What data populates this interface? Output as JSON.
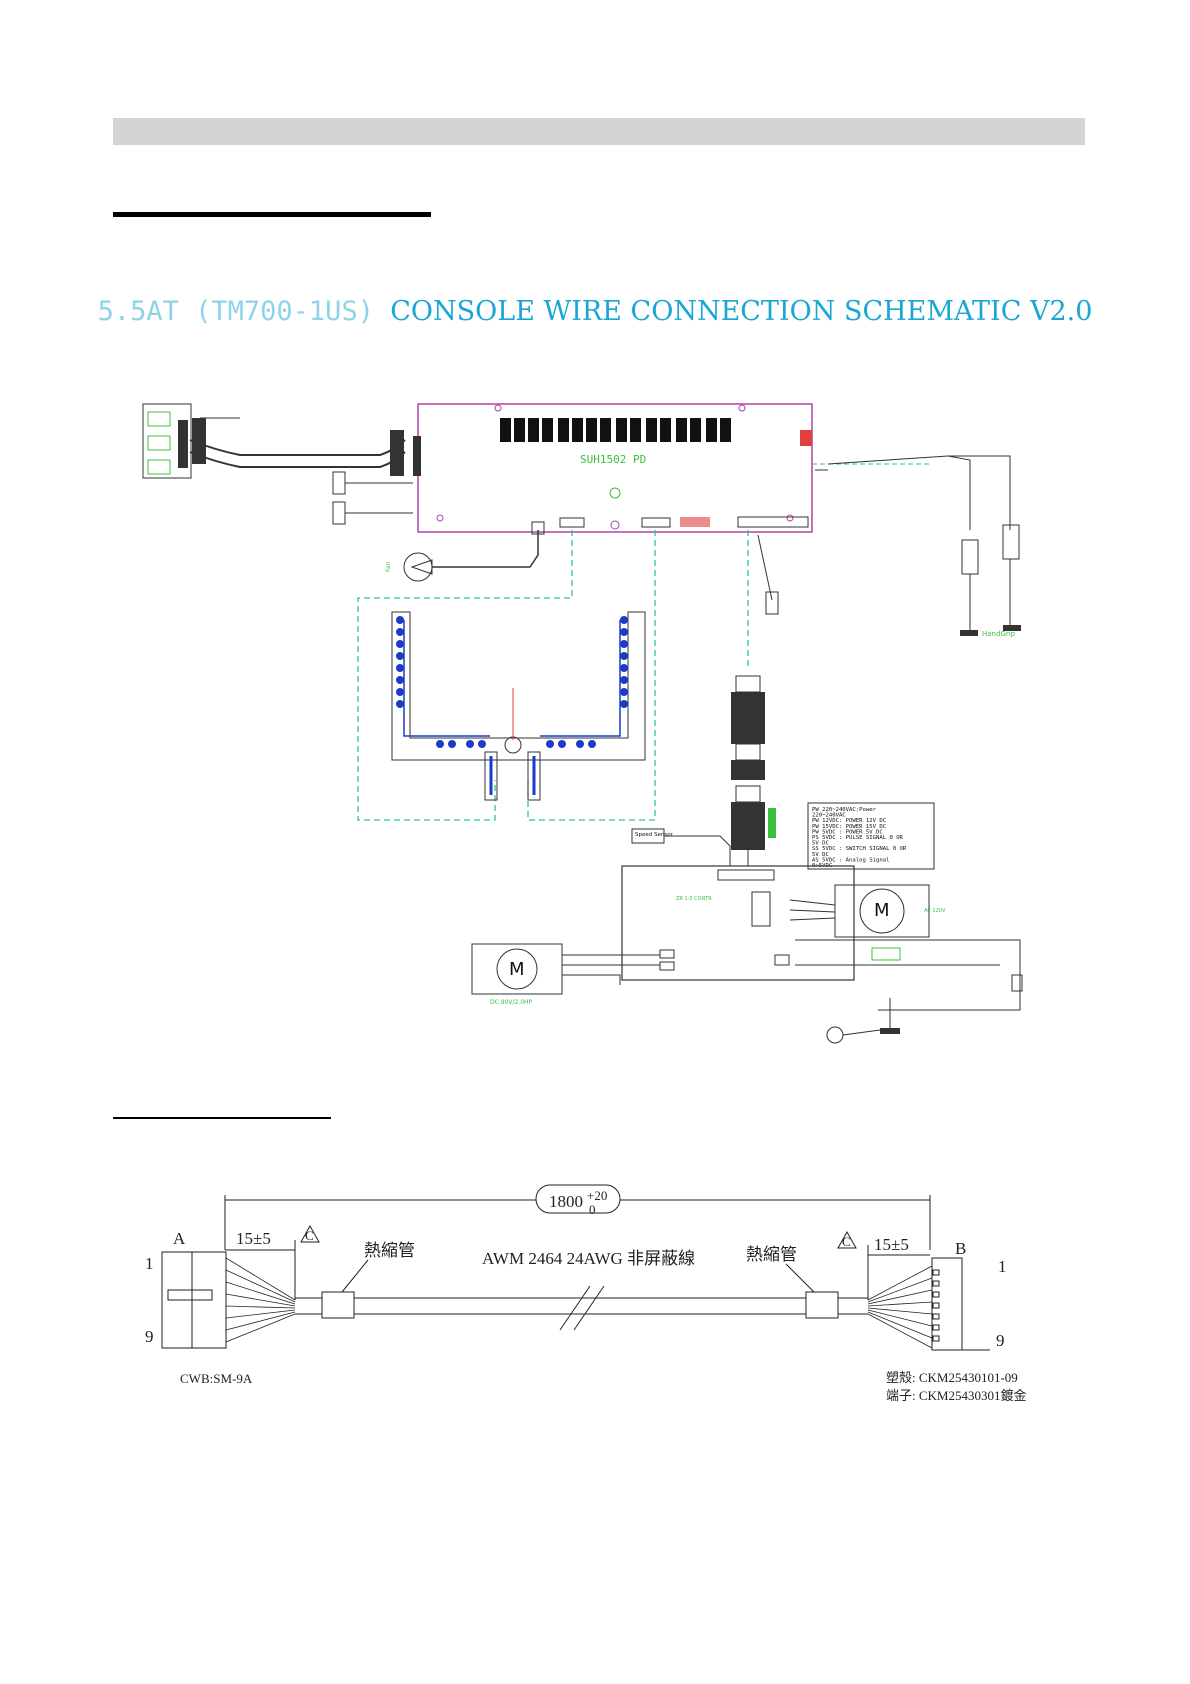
{
  "header": {
    "bar_color": "#d4d4d4"
  },
  "schematic": {
    "title_part1": "5.5AT (TM700-1US)",
    "title_part2": "CONSOLE WIRE CONNECTION SCHEMATIC V2.0",
    "board_label": "SUH1502 PD",
    "handgrip_label": "HandGrip",
    "speed_sensor_label": "Speed Sensor",
    "fan_label": "Fan",
    "ac_motor_label": "AC 120V",
    "dc_motor_label": "DC 90V/2.0HP",
    "motor_symbol": "M",
    "power_legend": [
      "PW 220~240VAC:Power",
      "220~240VAC",
      "PW 12VDC: POWER 12V DC",
      "PW 15VDC: POWER 15V DC",
      "PW 5VDC : POWER 5V DC",
      "PS 5VDC : PULSE SIGNAL 0 OR",
      "5V DC",
      "SS 5VDC : SWITCH SIGNAL 0 OR",
      "5V DC",
      "AS 5VDC : Analog Signal",
      "0~5VDC"
    ],
    "colors": {
      "wire_dash": "#2fbfa0",
      "board": "#b040b0",
      "blue": "#1a3cc8",
      "green": "#3cc040",
      "title_light": "#8fd3ea",
      "title_dark": "#1aa6d4"
    }
  },
  "cable": {
    "length_label": "1800",
    "tol_plus": "+20",
    "tol_minus": "0",
    "end_a": "A",
    "end_b": "B",
    "dim_left": "15±5",
    "dim_right": "15±5",
    "sleeve_left": "熱縮管",
    "sleeve_right": "熱縮管",
    "wire_spec": "AWM 2464 24AWG 非屏蔽線",
    "marker_c": "C",
    "pin_first": "1",
    "pin_last": "9",
    "pin_first_b": "1",
    "pin_last_b": "9",
    "connector_a": "CWB:SM-9A",
    "housing_line": "塑殼: CKM25430101-09",
    "terminal_line": "端子: CKM25430301鍍金"
  }
}
